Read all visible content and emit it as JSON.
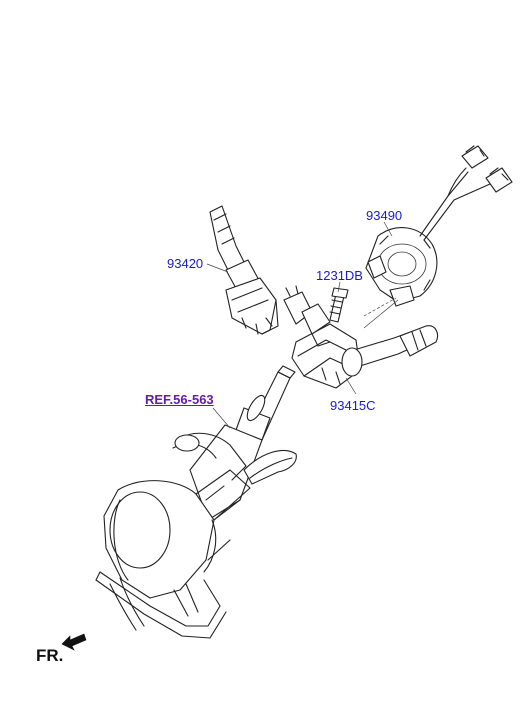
{
  "callouts": {
    "wiper_switch": "93420",
    "clock_spring": "93490",
    "bolt": "1231DB",
    "switch_body": "93415C",
    "column_ref": "REF.56-563"
  },
  "front_label": "FR.",
  "colors": {
    "callout_text": "#1a1acc",
    "ref_text": "#6a1aa8",
    "line_art": "#222222"
  }
}
